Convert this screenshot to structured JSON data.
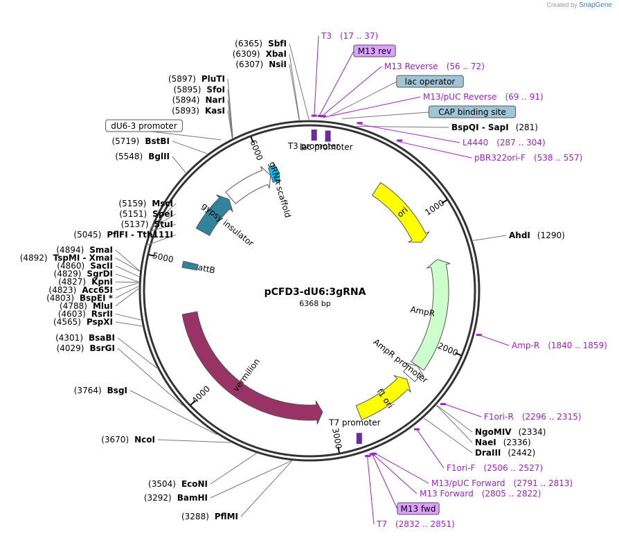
{
  "brand": {
    "prefix": "Created by",
    "name": "SnapGene"
  },
  "plasmid": {
    "name": "pCFD3-dU6:3gRNA",
    "length_label": "6368 bp",
    "length": 6368
  },
  "ticks": [
    "1000",
    "2000",
    "3000",
    "4000",
    "5000",
    "6000"
  ],
  "features": [
    {
      "name": "ori",
      "start": 589,
      "end": 1177,
      "dir": 1,
      "color": "#ffff00",
      "label": "ori",
      "label_mode": "inside"
    },
    {
      "name": "AmpR",
      "start": 1348,
      "end": 2208,
      "dir": -1,
      "color": "#ccffcc",
      "label": "AmpR",
      "label_mode": "along"
    },
    {
      "name": "AmpR promoter",
      "start": 2209,
      "end": 2313,
      "dir": -1,
      "color": "#ffffff",
      "label": "AmpR promoter",
      "label_mode": "along"
    },
    {
      "name": "f1 ori",
      "start": 2339,
      "end": 2794,
      "dir": -1,
      "color": "#ffff00",
      "label": "f1 ori",
      "label_mode": "inside"
    },
    {
      "name": "gypsy insulator",
      "start": 5288,
      "end": 5637,
      "dir": 1,
      "color": "#31849b",
      "label": "gypsy insulator",
      "label_mode": "along"
    },
    {
      "name": "dU6-3 promoter",
      "start": 5655,
      "end": 6039,
      "dir": 1,
      "color": "#ffffff",
      "label": "",
      "label_mode": "none"
    },
    {
      "name": "gRNA scaffold",
      "start": 6040,
      "end": 6115,
      "dir": 1,
      "color": "#00bfff",
      "label": "gRNA scaffold",
      "label_mode": "along"
    },
    {
      "name": "attB",
      "start": 4960,
      "end": 5010,
      "dir": 0,
      "color": "#31849b",
      "label": "attB",
      "label_mode": "along"
    },
    {
      "name": "vermilion",
      "start": 3075,
      "end": 4590,
      "dir": -1,
      "color": "#993366",
      "label": "vermilion",
      "label_mode": "along"
    }
  ],
  "sites_left": [
    {
      "name": "SbfI",
      "pos": "(6365)",
      "bp": 6365
    },
    {
      "name": "XbaI",
      "pos": "(6309)",
      "bp": 6309
    },
    {
      "name": "NsiI",
      "pos": "(6307)",
      "bp": 6307
    },
    {
      "name": "PluTI",
      "pos": "(5897)",
      "bp": 5897
    },
    {
      "name": "SfoI",
      "pos": "(5895)",
      "bp": 5895
    },
    {
      "name": "NarI",
      "pos": "(5894)",
      "bp": 5894
    },
    {
      "name": "KasI",
      "pos": "(5893)",
      "bp": 5893
    },
    {
      "name": "BstBI",
      "pos": "(5719)",
      "bp": 5719
    },
    {
      "name": "BglII",
      "pos": "(5548)",
      "bp": 5548
    },
    {
      "name": "MscI",
      "pos": "(5159)",
      "bp": 5159
    },
    {
      "name": "SpeI",
      "pos": "(5151)",
      "bp": 5151
    },
    {
      "name": "StuI",
      "pos": "(5137)",
      "bp": 5137
    },
    {
      "name": "PflFI - Tth111I",
      "pos": "(5045)",
      "bp": 5045
    },
    {
      "name": "SmaI",
      "pos": "(4894)",
      "bp": 4894
    },
    {
      "name": "TspMI - XmaI",
      "pos": "(4892)",
      "bp": 4892
    },
    {
      "name": "SacII",
      "pos": "(4860)",
      "bp": 4860
    },
    {
      "name": "SgrDI",
      "pos": "(4829)",
      "bp": 4829
    },
    {
      "name": "KpnI",
      "pos": "(4827)",
      "bp": 4827
    },
    {
      "name": "Acc65I",
      "pos": "(4823)",
      "bp": 4823
    },
    {
      "name": "BspEI *",
      "pos": "(4803)",
      "bp": 4803
    },
    {
      "name": "MluI",
      "pos": "(4788)",
      "bp": 4788
    },
    {
      "name": "RsrII",
      "pos": "(4603)",
      "bp": 4603
    },
    {
      "name": "PspXI",
      "pos": "(4565)",
      "bp": 4565
    },
    {
      "name": "BsaBI",
      "pos": "(4301)",
      "bp": 4301
    },
    {
      "name": "BsrGI",
      "pos": "(4029)",
      "bp": 4029
    },
    {
      "name": "BsgI",
      "pos": "(3764)",
      "bp": 3764
    },
    {
      "name": "NcoI",
      "pos": "(3670)",
      "bp": 3670
    },
    {
      "name": "EcoNI",
      "pos": "(3504)",
      "bp": 3504
    },
    {
      "name": "BamHI",
      "pos": "(3292)",
      "bp": 3292
    },
    {
      "name": "PflMI",
      "pos": "(3288)",
      "bp": 3288
    }
  ],
  "sites_right": [
    {
      "name": "BspQI - SapI",
      "pos": "(281)",
      "bp": 281
    },
    {
      "name": "AhdI",
      "pos": "(1290)",
      "bp": 1290
    },
    {
      "name": "NgoMIV",
      "pos": "(2334)",
      "bp": 2334
    },
    {
      "name": "NaeI",
      "pos": "(2336)",
      "bp": 2336
    },
    {
      "name": "DraIII",
      "pos": "(2442)",
      "bp": 2442
    }
  ],
  "primers": [
    {
      "name": "T3",
      "range": "(17 .. 37)",
      "bp": 27
    },
    {
      "name": "M13 Reverse",
      "range": "(56 .. 72)",
      "bp": 64
    },
    {
      "name": "M13/pUC Reverse",
      "range": "(69 .. 91)",
      "bp": 80
    },
    {
      "name": "L4440",
      "range": "(287 .. 304)",
      "bp": 295
    },
    {
      "name": "pBR322ori-F",
      "range": "(538 .. 557)",
      "bp": 547
    },
    {
      "name": "Amp-R",
      "range": "(1840 .. 1859)",
      "bp": 1850
    },
    {
      "name": "F1ori-R",
      "range": "(2296 .. 2315)",
      "bp": 2305
    },
    {
      "name": "F1ori-F",
      "range": "(2506 .. 2527)",
      "bp": 2516
    },
    {
      "name": "M13/pUC Forward",
      "range": "(2791 .. 2813)",
      "bp": 2802
    },
    {
      "name": "M13 Forward",
      "range": "(2805 .. 2822)",
      "bp": 2813
    },
    {
      "name": "T7",
      "range": "(2832 .. 2851)",
      "bp": 2841
    }
  ],
  "boxed_labels": [
    {
      "name": "M13 rev",
      "style": "primer",
      "color": "#dda0ff",
      "bp": 56
    },
    {
      "name": "lac operator",
      "style": "feature",
      "color": "#9fc5d6",
      "bp": 110
    },
    {
      "name": "CAP binding site",
      "style": "feature",
      "color": "#9fc5d6",
      "bp": 190
    },
    {
      "name": "dU6-3 promoter",
      "style": "plain",
      "color": "#ffffff",
      "bp": 5830
    },
    {
      "name": "M13 fwd",
      "style": "primer",
      "color": "#dda0ff",
      "bp": 2813
    }
  ],
  "small_features": [
    {
      "name": "T3 promoter",
      "bp": 30
    },
    {
      "name": "lac promoter",
      "bp": 120
    },
    {
      "name": "T7 promoter",
      "bp": 2855
    }
  ],
  "colors": {
    "backbone": "#333333",
    "primer": "#a020c8",
    "feature_box": "#9fc5d6",
    "primer_box": "#dda0ff",
    "ori": "#ffff00",
    "ampr": "#ccffcc",
    "vermilion": "#993366",
    "gypsy": "#31849b",
    "scaffold": "#00bfff"
  }
}
